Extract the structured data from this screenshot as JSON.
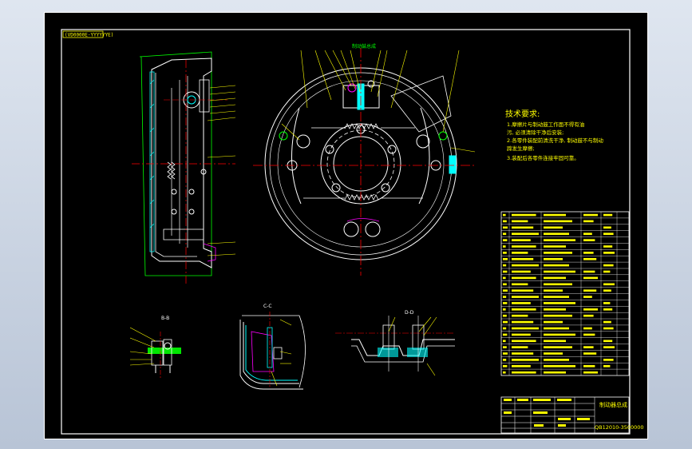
{
  "drawing": {
    "top_left_tag": "(VD0000E-YYYYYYE)",
    "top_center_label": "制动鼓总成",
    "tech_req": {
      "title": "技术要求:",
      "lines": [
        "1.摩擦片与制动鼓工作面不得有油",
        "污, 必须清除干净后安装;",
        "2.各零件装配前清洗干净, 制动鼓不与制动",
        "蹄发生摩擦;",
        "3.装配后各零件连接牢固可靠。"
      ]
    },
    "section_labels": {
      "b": "B-B",
      "c": "C-C",
      "d": "D-D"
    },
    "title_block": {
      "name": "制动器总成",
      "code": "QB12010-3500000"
    }
  },
  "colors": {
    "background": "#000000",
    "frame": "#ffffff",
    "lines": "#ffffff",
    "centerline": "#ff0000",
    "leaders": "#ffff00",
    "hatch_green": "#00ff00",
    "hatch_cyan": "#00ffff",
    "accent_magenta": "#ff00ff",
    "text": "#ffff00"
  }
}
